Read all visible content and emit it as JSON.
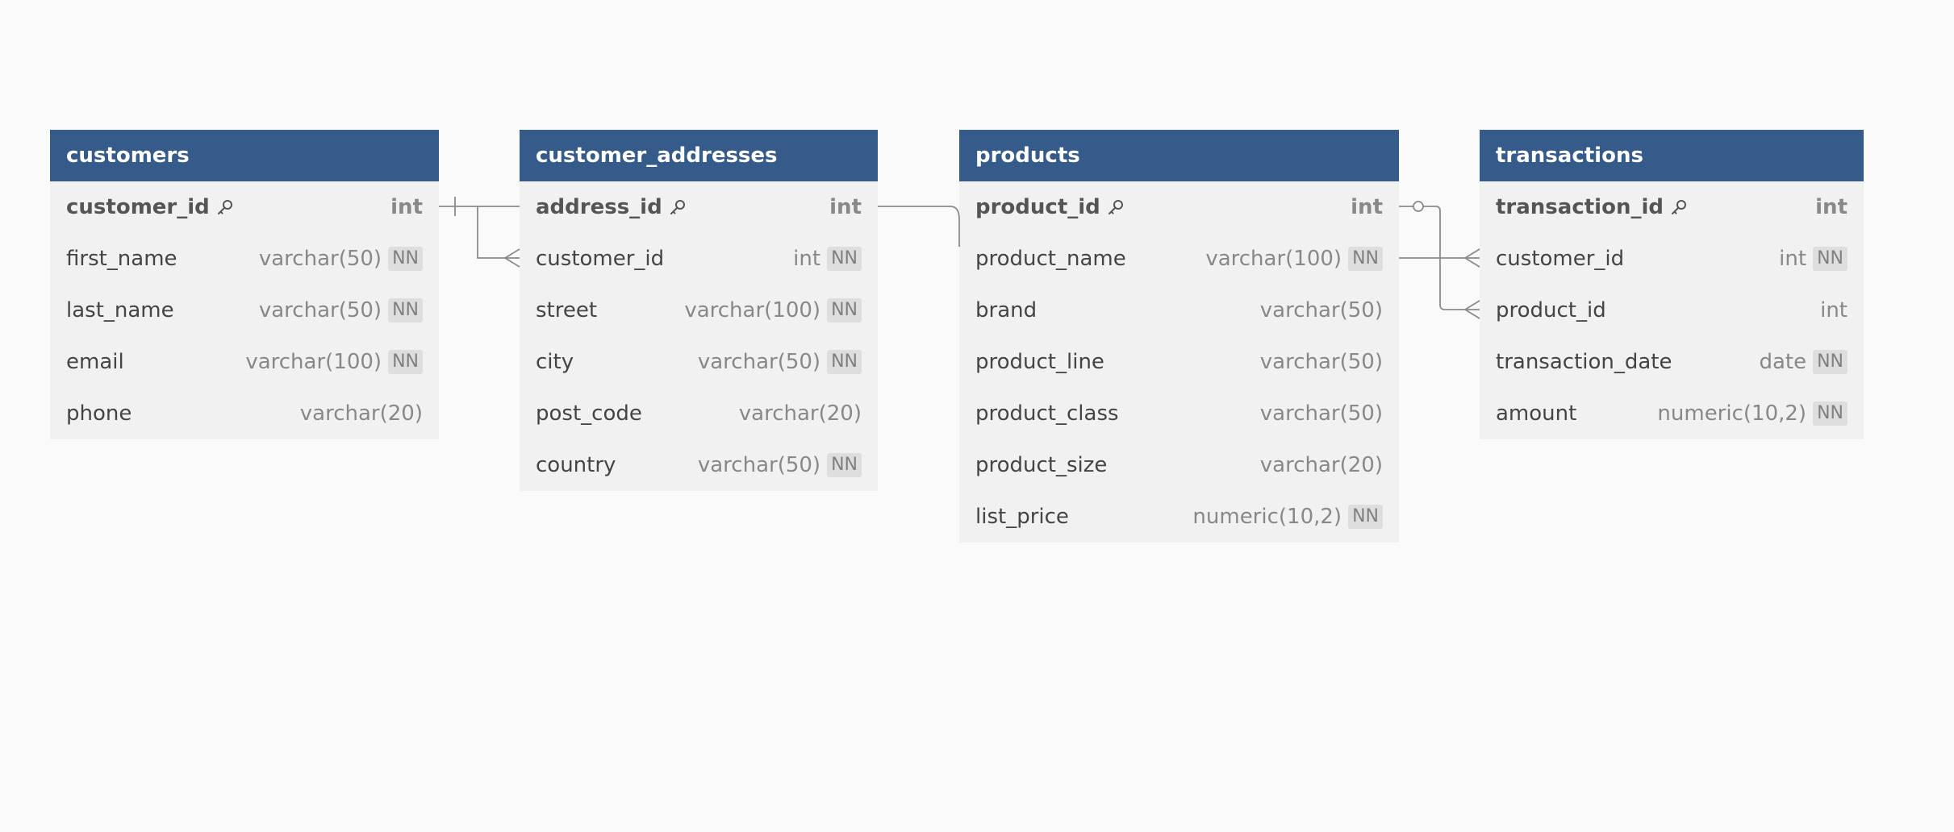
{
  "tables": [
    {
      "name": "customers",
      "columns": [
        {
          "name": "customer_id",
          "type": "int",
          "pk": true,
          "nn": false
        },
        {
          "name": "first_name",
          "type": "varchar(50)",
          "pk": false,
          "nn": true
        },
        {
          "name": "last_name",
          "type": "varchar(50)",
          "pk": false,
          "nn": true
        },
        {
          "name": "email",
          "type": "varchar(100)",
          "pk": false,
          "nn": true
        },
        {
          "name": "phone",
          "type": "varchar(20)",
          "pk": false,
          "nn": false
        }
      ]
    },
    {
      "name": "customer_addresses",
      "columns": [
        {
          "name": "address_id",
          "type": "int",
          "pk": true,
          "nn": false
        },
        {
          "name": "customer_id",
          "type": "int",
          "pk": false,
          "nn": true
        },
        {
          "name": "street",
          "type": "varchar(100)",
          "pk": false,
          "nn": true
        },
        {
          "name": "city",
          "type": "varchar(50)",
          "pk": false,
          "nn": true
        },
        {
          "name": "post_code",
          "type": "varchar(20)",
          "pk": false,
          "nn": false
        },
        {
          "name": "country",
          "type": "varchar(50)",
          "pk": false,
          "nn": true
        }
      ]
    },
    {
      "name": "products",
      "columns": [
        {
          "name": "product_id",
          "type": "int",
          "pk": true,
          "nn": false
        },
        {
          "name": "product_name",
          "type": "varchar(100)",
          "pk": false,
          "nn": true
        },
        {
          "name": "brand",
          "type": "varchar(50)",
          "pk": false,
          "nn": false
        },
        {
          "name": "product_line",
          "type": "varchar(50)",
          "pk": false,
          "nn": false
        },
        {
          "name": "product_class",
          "type": "varchar(50)",
          "pk": false,
          "nn": false
        },
        {
          "name": "product_size",
          "type": "varchar(20)",
          "pk": false,
          "nn": false
        },
        {
          "name": "list_price",
          "type": "numeric(10,2)",
          "pk": false,
          "nn": true
        }
      ]
    },
    {
      "name": "transactions",
      "columns": [
        {
          "name": "transaction_id",
          "type": "int",
          "pk": true,
          "nn": false
        },
        {
          "name": "customer_id",
          "type": "int",
          "pk": false,
          "nn": true
        },
        {
          "name": "product_id",
          "type": "int",
          "pk": false,
          "nn": false
        },
        {
          "name": "transaction_date",
          "type": "date",
          "pk": false,
          "nn": true
        },
        {
          "name": "amount",
          "type": "numeric(10,2)",
          "pk": false,
          "nn": true
        }
      ]
    }
  ],
  "nn_label": "NN",
  "relationships": [
    {
      "from_table": "customers",
      "from_column": "customer_id",
      "to_table": "customer_addresses",
      "to_column": "customer_id",
      "from_end": "one",
      "to_end": "many"
    },
    {
      "from_table": "customer_addresses",
      "from_column": "address_id",
      "to_table": "products",
      "to_column": "product_id",
      "from_end": "none",
      "to_end": "none"
    },
    {
      "from_table": "products",
      "from_column": "product_id",
      "to_table": "transactions",
      "to_column": "product_id",
      "from_end": "zero-or-one",
      "to_end": "many"
    },
    {
      "from_table": "products",
      "from_column": "product_name",
      "to_table": "transactions",
      "to_column": "customer_id",
      "from_end": "none",
      "to_end": "many"
    }
  ],
  "icons": {
    "primary_key": "key-icon"
  },
  "colors": {
    "header_bg": "#355b8b",
    "header_text": "#ffffff",
    "table_bg": "#f1f1f1",
    "canvas_bg": "#fafafa",
    "connector": "#8a8a8a",
    "nn_badge_bg": "#dedede"
  }
}
